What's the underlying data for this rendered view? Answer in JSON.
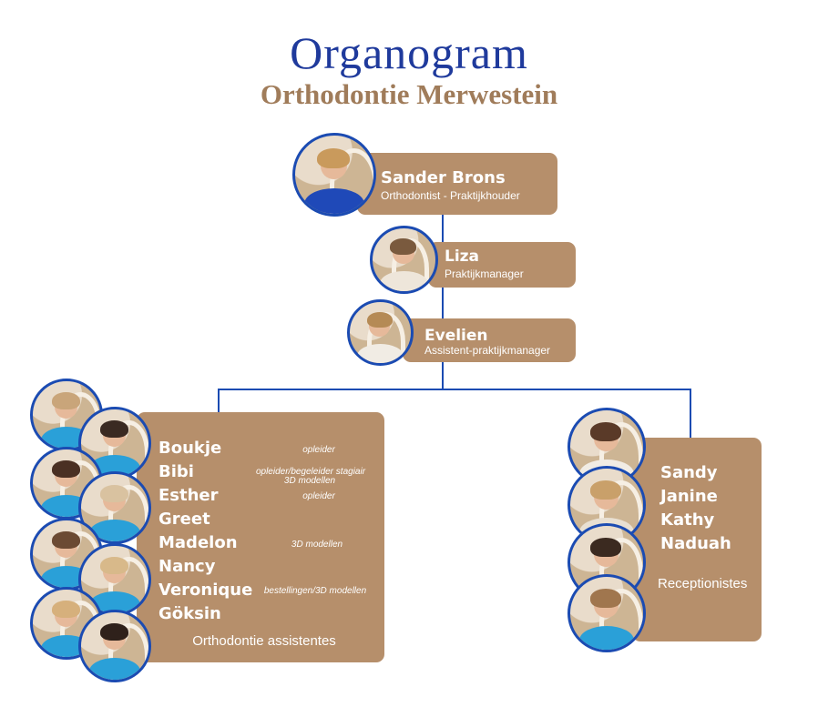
{
  "title": "Organogram",
  "subtitle": "Orthodontie Merwestein",
  "owner": {
    "name": "Sander Brons",
    "role": "Orthodontist - Praktijkhouder"
  },
  "manager": {
    "name": "Liza",
    "role": "Praktijkmanager"
  },
  "assistant_manager": {
    "name": "Evelien",
    "role": "Assistent-praktijkmanager"
  },
  "assistants": {
    "group_label": "Orthodontie assistentes",
    "members": [
      {
        "name": "Boukje",
        "note": "opleider"
      },
      {
        "name": "Bibi",
        "note": "opleider/begeleider stagiair",
        "note2": "3D modellen"
      },
      {
        "name": "Esther",
        "note": "opleider"
      },
      {
        "name": "Greet",
        "note": ""
      },
      {
        "name": "Madelon",
        "note": "3D modellen"
      },
      {
        "name": "Nancy",
        "note": ""
      },
      {
        "name": "Veronique",
        "note": "bestellingen/3D modellen"
      },
      {
        "name": "Göksin",
        "note": ""
      }
    ]
  },
  "reception": {
    "group_label": "Receptionistes",
    "members": [
      {
        "name": "Sandy"
      },
      {
        "name": "Janine"
      },
      {
        "name": "Kathy"
      },
      {
        "name": "Naduah"
      }
    ]
  },
  "colors": {
    "title": "#1f3a9c",
    "subtitle": "#a07c5a",
    "box": "#b68f6b",
    "line": "#1b4bb2",
    "photo_border": "#1b4bb2"
  }
}
